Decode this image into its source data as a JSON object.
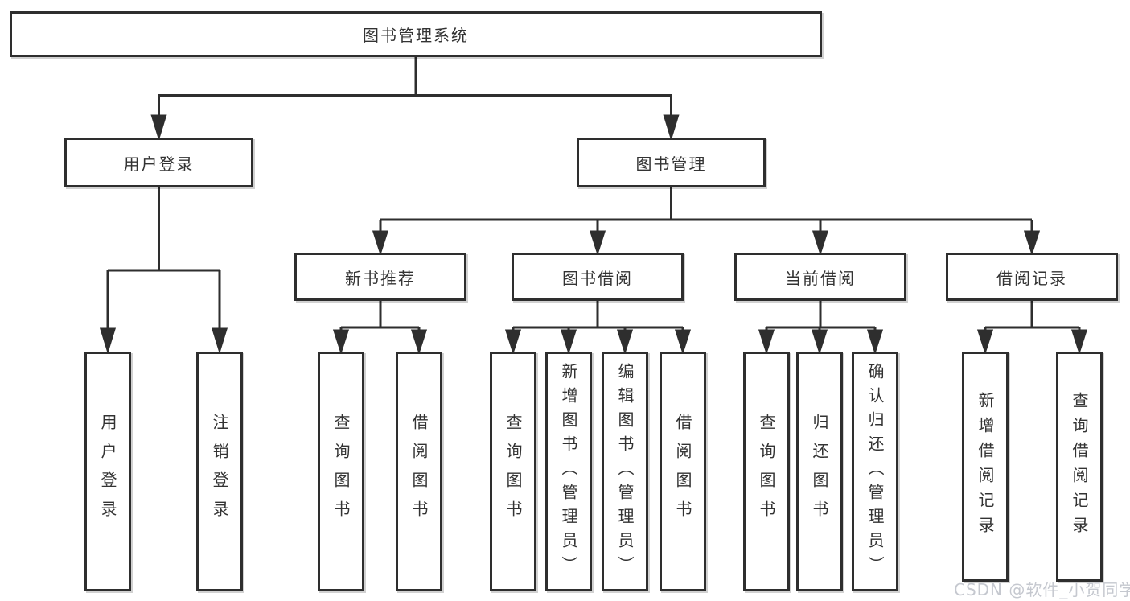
{
  "tree": {
    "root": {
      "label": "图书管理系统",
      "children": [
        {
          "label": "用户登录",
          "children": [
            {
              "label": "用户登录"
            },
            {
              "label": "注销登录"
            }
          ]
        },
        {
          "label": "图书管理",
          "children": [
            {
              "label": "新书推荐",
              "children": [
                {
                  "label": "查询图书"
                },
                {
                  "label": "借阅图书"
                }
              ]
            },
            {
              "label": "图书借阅",
              "children": [
                {
                  "label": "查询图书"
                },
                {
                  "label": "新增图书（管理员）"
                },
                {
                  "label": "编辑图书（管理员）"
                },
                {
                  "label": "借阅图书"
                }
              ]
            },
            {
              "label": "当前借阅",
              "children": [
                {
                  "label": "查询图书"
                },
                {
                  "label": "归还图书"
                },
                {
                  "label": "确认归还（管理员）"
                }
              ]
            },
            {
              "label": "借阅记录",
              "children": [
                {
                  "label": "新增借阅记录"
                },
                {
                  "label": "查询借阅记录"
                }
              ]
            }
          ]
        }
      ]
    }
  },
  "watermark": {
    "text": "CSDN @软件_小贺同学"
  },
  "colors": {
    "line": "#2e2e2e",
    "box_border": "#2e2e2e",
    "background": "#ffffff",
    "text": "#333333",
    "watermark": "#c5c8cf"
  }
}
